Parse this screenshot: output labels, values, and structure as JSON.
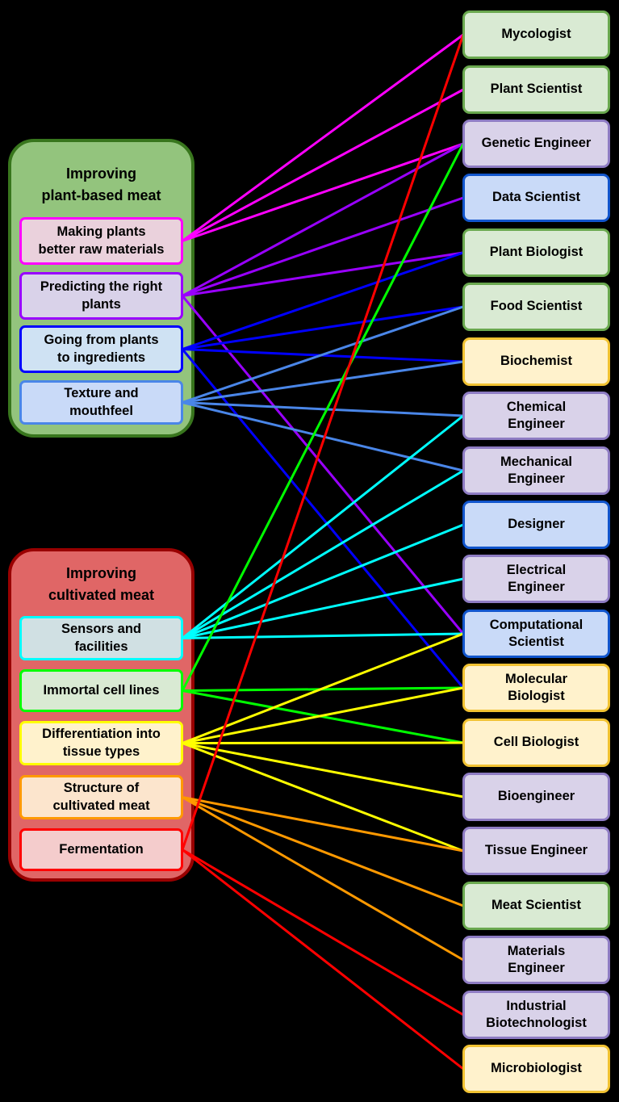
{
  "colors": {
    "green_fill": "#93c47d",
    "green_border": "#38761d",
    "red_fill": "#e06666",
    "red_border": "#990000",
    "role_green_fill": "#d9ead3",
    "role_green_border": "#6aa84f",
    "role_purple_fill": "#d9d2e9",
    "role_purple_border": "#8e7cc3",
    "role_blue_fill": "#c9daf8",
    "role_blue_border": "#1155cc",
    "role_yellow_fill": "#fff2cc",
    "role_yellow_border": "#f1c232"
  },
  "groups": [
    {
      "id": "plant",
      "title": "Improving\nplant-based meat"
    },
    {
      "id": "cult",
      "title": "Improving\ncultivated meat"
    }
  ],
  "tasks": [
    {
      "id": "t0",
      "label": "Making plants\nbetter raw materials",
      "fill": "#ead1dc",
      "border": "#ff00ff"
    },
    {
      "id": "t1",
      "label": "Predicting the right\nplants",
      "fill": "#d9d2e9",
      "border": "#9900ff"
    },
    {
      "id": "t2",
      "label": "Going from plants\nto ingredients",
      "fill": "#cfe2f3",
      "border": "#0000ff"
    },
    {
      "id": "t3",
      "label": "Texture and\nmouthfeel",
      "fill": "#c9daf8",
      "border": "#4a86e8"
    },
    {
      "id": "t4",
      "label": "Sensors and\nfacilities",
      "fill": "#d0e0e3",
      "border": "#00ffff"
    },
    {
      "id": "t5",
      "label": "Immortal cell lines",
      "fill": "#d9ead3",
      "border": "#00ff00"
    },
    {
      "id": "t6",
      "label": "Differentiation into\ntissue types",
      "fill": "#fff2cc",
      "border": "#ffff00"
    },
    {
      "id": "t7",
      "label": "Structure of\ncultivated meat",
      "fill": "#fce5cd",
      "border": "#ff9900"
    },
    {
      "id": "t8",
      "label": "Fermentation",
      "fill": "#f4cccc",
      "border": "#ff0000"
    }
  ],
  "roles": [
    {
      "id": "r0",
      "label": "Mycologist",
      "color": "green"
    },
    {
      "id": "r1",
      "label": "Plant Scientist",
      "color": "green"
    },
    {
      "id": "r2",
      "label": "Genetic Engineer",
      "color": "purple"
    },
    {
      "id": "r3",
      "label": "Data Scientist",
      "color": "blue"
    },
    {
      "id": "r4",
      "label": "Plant Biologist",
      "color": "green"
    },
    {
      "id": "r5",
      "label": "Food Scientist",
      "color": "green"
    },
    {
      "id": "r6",
      "label": "Biochemist",
      "color": "yellow"
    },
    {
      "id": "r7",
      "label": "Chemical\nEngineer",
      "color": "purple"
    },
    {
      "id": "r8",
      "label": "Mechanical\nEngineer",
      "color": "purple"
    },
    {
      "id": "r9",
      "label": "Designer",
      "color": "blue"
    },
    {
      "id": "r10",
      "label": "Electrical\nEngineer",
      "color": "purple"
    },
    {
      "id": "r11",
      "label": "Computational\nScientist",
      "color": "blue"
    },
    {
      "id": "r12",
      "label": "Molecular\nBiologist",
      "color": "yellow"
    },
    {
      "id": "r13",
      "label": "Cell Biologist",
      "color": "yellow"
    },
    {
      "id": "r14",
      "label": "Bioengineer",
      "color": "purple"
    },
    {
      "id": "r15",
      "label": "Tissue Engineer",
      "color": "purple"
    },
    {
      "id": "r16",
      "label": "Meat Scientist",
      "color": "green"
    },
    {
      "id": "r17",
      "label": "Materials\nEngineer",
      "color": "purple"
    },
    {
      "id": "r18",
      "label": "Industrial\nBiotechnologist",
      "color": "purple"
    },
    {
      "id": "r19",
      "label": "Microbiologist",
      "color": "yellow"
    }
  ],
  "connections": [
    {
      "task": 0,
      "roles": [
        0,
        1,
        2
      ]
    },
    {
      "task": 1,
      "roles": [
        2,
        3,
        4,
        11
      ]
    },
    {
      "task": 2,
      "roles": [
        4,
        5,
        6,
        12
      ]
    },
    {
      "task": 3,
      "roles": [
        5,
        6,
        7,
        8
      ]
    },
    {
      "task": 4,
      "roles": [
        7,
        8,
        9,
        10,
        11
      ]
    },
    {
      "task": 5,
      "roles": [
        2,
        12,
        13
      ]
    },
    {
      "task": 6,
      "roles": [
        11,
        12,
        13,
        14,
        15
      ]
    },
    {
      "task": 7,
      "roles": [
        15,
        16,
        17
      ]
    },
    {
      "task": 8,
      "roles": [
        0,
        18,
        19
      ]
    }
  ]
}
